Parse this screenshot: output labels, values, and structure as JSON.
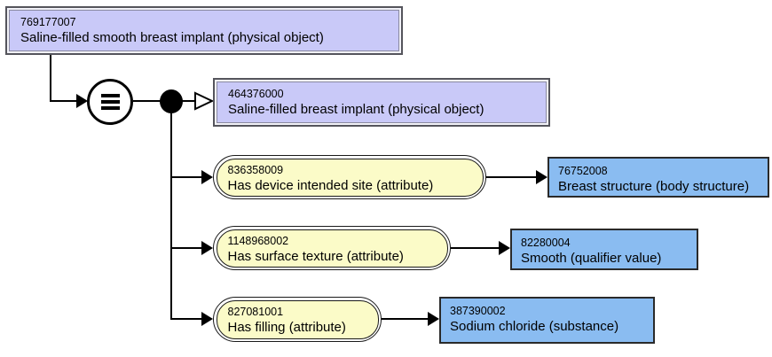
{
  "diagram": {
    "type": "snomed-concept-definition",
    "colors": {
      "concept_fill": "#c9c9f8",
      "attribute_fill": "#fbfbc8",
      "value_fill": "#8abcf1",
      "line": "#000000"
    },
    "focus_concept": {
      "id": "769177007",
      "term": "Saline-filled smooth breast implant (physical object)"
    },
    "definition_status_icon": "equivalent-to",
    "parent_concept": {
      "id": "464376000",
      "term": "Saline-filled breast implant (physical object)"
    },
    "attributes": [
      {
        "attribute": {
          "id": "836358009",
          "term": "Has device intended site (attribute)"
        },
        "value": {
          "id": "76752008",
          "term": "Breast structure (body structure)"
        }
      },
      {
        "attribute": {
          "id": "1148968002",
          "term": "Has surface texture (attribute)"
        },
        "value": {
          "id": "82280004",
          "term": "Smooth (qualifier value)"
        }
      },
      {
        "attribute": {
          "id": "827081001",
          "term": "Has filling (attribute)"
        },
        "value": {
          "id": "387390002",
          "term": "Sodium chloride (substance)"
        }
      }
    ]
  }
}
